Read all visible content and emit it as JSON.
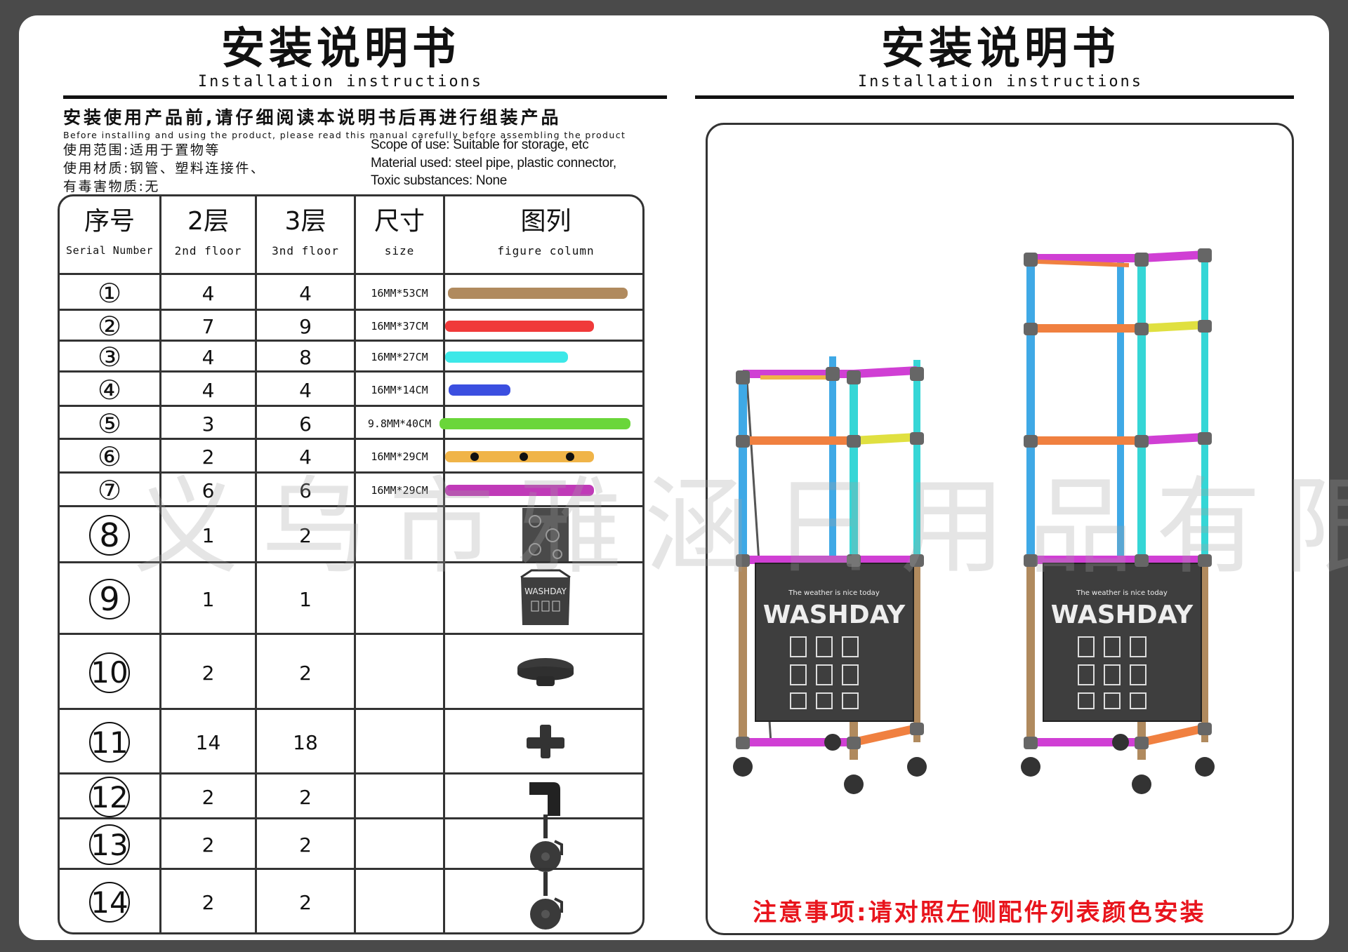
{
  "left_header": {
    "title_zh": "安装说明书",
    "title_en": "Installation instructions"
  },
  "right_header": {
    "title_zh": "安装说明书",
    "title_en": "Installation instructions"
  },
  "intro": {
    "line1_zh": "安装使用产品前,请仔细阅读本说明书后再进行组装产品",
    "line1_en": "Before installing and using the product, please read this manual carefully before assembling the product",
    "scope_zh": "使用范围:适用于置物等",
    "material_zh": "使用材质:钢管、塑料连接件、",
    "toxic_zh": "有毒害物质:无",
    "scope_en": "Scope of use: Suitable for storage, etc",
    "material_en": "Material used: steel pipe, plastic connector,",
    "toxic_en": "Toxic substances: None"
  },
  "table": {
    "headers": [
      {
        "zh": "序号",
        "en": "Serial Number"
      },
      {
        "zh": "2层",
        "en": "2nd floor"
      },
      {
        "zh": "3层",
        "en": "3nd floor"
      },
      {
        "zh": "尺寸",
        "en": "size"
      },
      {
        "zh": "图列",
        "en": "figure column"
      }
    ],
    "rows": [
      {
        "serial": "①",
        "two": "4",
        "three": "4",
        "size": "16MM*53CM",
        "figure": "pipe",
        "color": "#b08a5e"
      },
      {
        "serial": "②",
        "two": "7",
        "three": "9",
        "size": "16MM*37CM",
        "figure": "pipe",
        "color": "#f03a3a"
      },
      {
        "serial": "③",
        "two": "4",
        "three": "8",
        "size": "16MM*27CM",
        "figure": "pipe",
        "color": "#3de8e8"
      },
      {
        "serial": "④",
        "two": "4",
        "three": "4",
        "size": "16MM*14CM",
        "figure": "pipe",
        "color": "#3b4fe0"
      },
      {
        "serial": "⑤",
        "two": "3",
        "three": "6",
        "size": "9.8MM*40CM",
        "figure": "pipe",
        "color": "#6ad63a"
      },
      {
        "serial": "⑥",
        "two": "2",
        "three": "4",
        "size": "16MM*29CM",
        "figure": "pipe-holes",
        "color": "#f0b448"
      },
      {
        "serial": "⑦",
        "two": "6",
        "three": "6",
        "size": "16MM*29CM",
        "figure": "pipe",
        "color": "#c03ab8"
      },
      {
        "serial": "8",
        "two": "1",
        "three": "2",
        "size": "",
        "figure": "shelf-cloth-icon"
      },
      {
        "serial": "9",
        "two": "1",
        "three": "1",
        "size": "",
        "figure": "laundry-bag-icon"
      },
      {
        "serial": "10",
        "two": "2",
        "three": "2",
        "size": "",
        "figure": "end-cap-icon"
      },
      {
        "serial": "11",
        "two": "14",
        "three": "18",
        "size": "",
        "figure": "four-way-connector-icon"
      },
      {
        "serial": "12",
        "two": "2",
        "three": "2",
        "size": "",
        "figure": "elbow-connector-icon"
      },
      {
        "serial": "13",
        "two": "2",
        "three": "2",
        "size": "",
        "figure": "wheel-with-brake-icon"
      },
      {
        "serial": "14",
        "two": "2",
        "three": "2",
        "size": "",
        "figure": "wheel-icon"
      }
    ]
  },
  "products": {
    "bag_caption": "The weather is nice today",
    "bag_brand": "WASHDAY"
  },
  "watermark": "义乌市雅涵日用品有限公司",
  "notice": "注意事项:请对照左侧配件列表颜色安装"
}
